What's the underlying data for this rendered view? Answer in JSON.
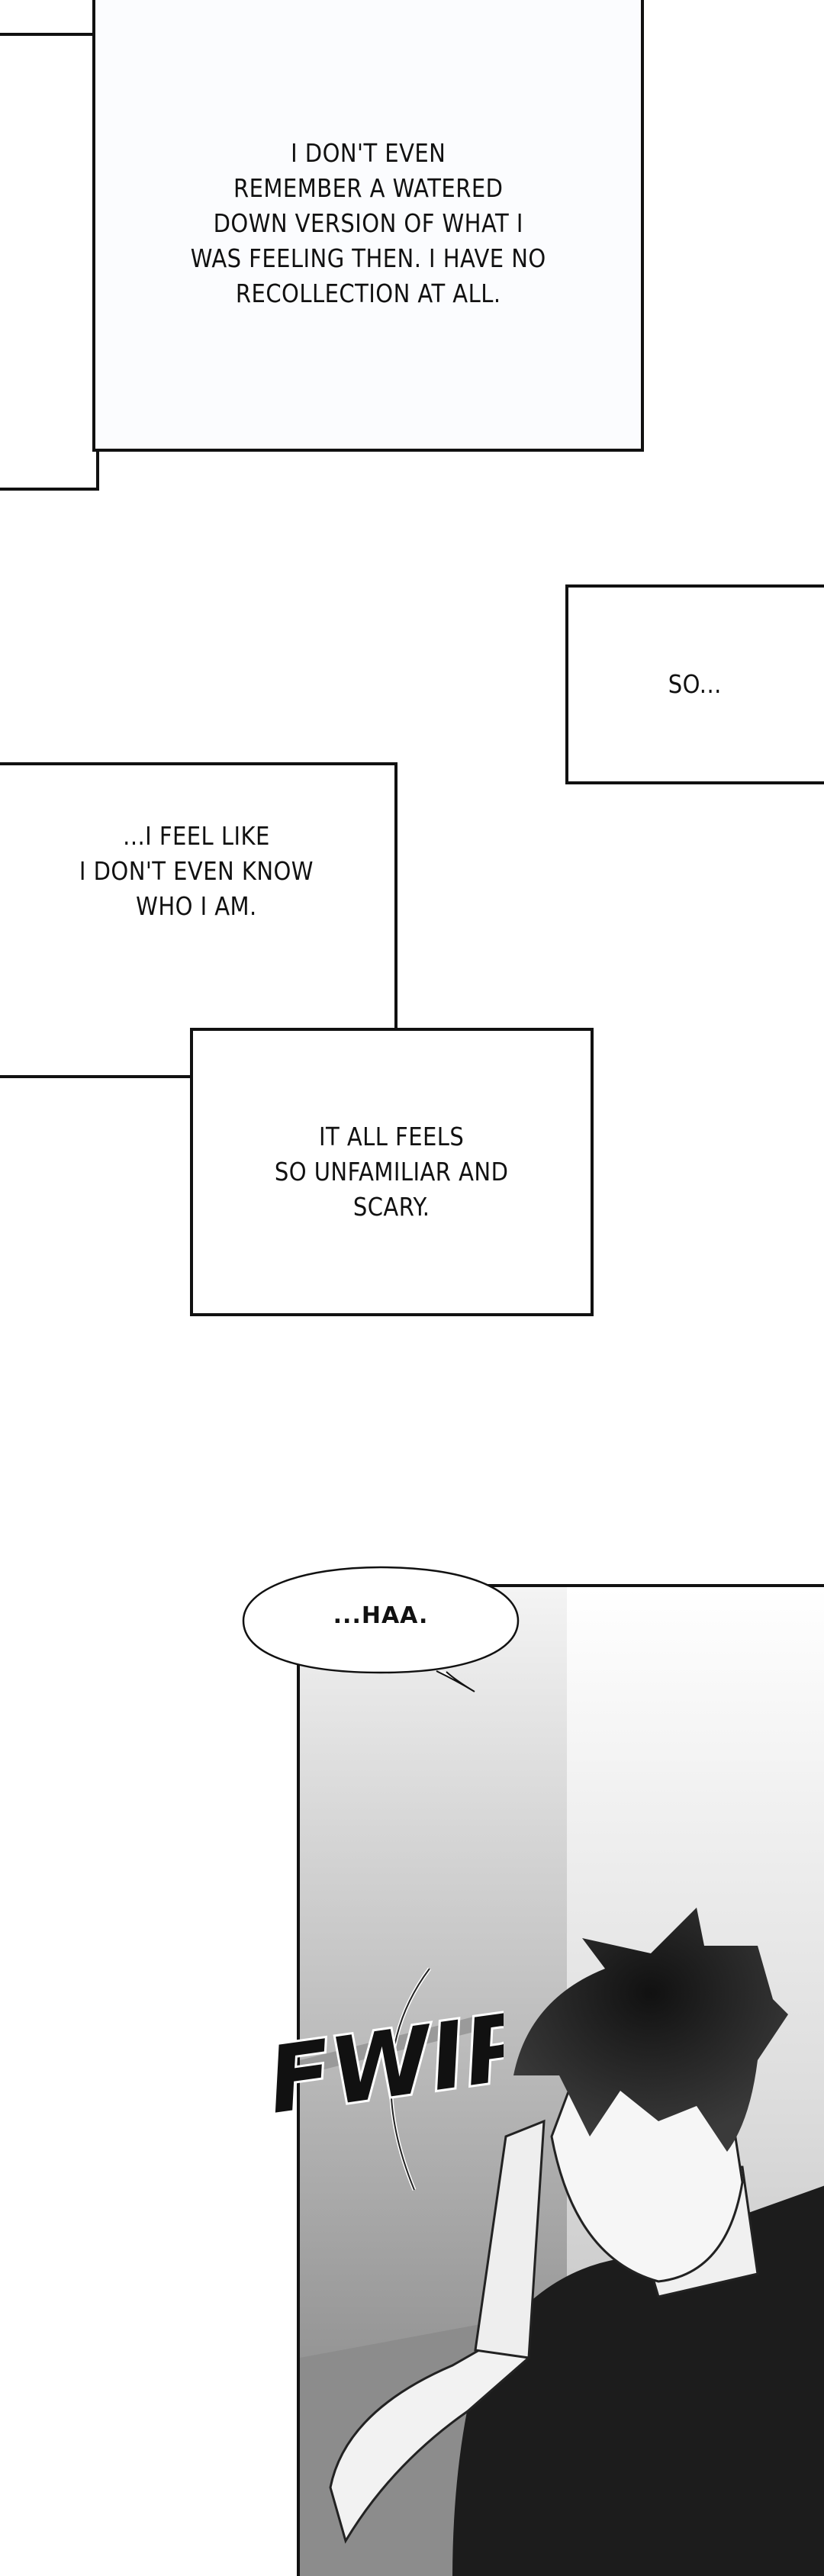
{
  "captions": [
    {
      "lines": [
        "I DON'T EVEN",
        "REMEMBER A WATERED",
        "DOWN VERSION OF WHAT I",
        "WAS FEELING THEN. I HAVE NO",
        "RECOLLECTION AT ALL."
      ]
    },
    {
      "lines": [
        "SO..."
      ]
    },
    {
      "lines": [
        "...I FEEL LIKE",
        "I DON'T EVEN KNOW",
        "WHO I AM."
      ]
    },
    {
      "lines": [
        "IT ALL FEELS",
        "SO UNFAMILIAR AND",
        "SCARY."
      ]
    }
  ],
  "speech_bubble": {
    "text": "...HAA."
  },
  "sound_effect": {
    "text": "FWIP"
  }
}
